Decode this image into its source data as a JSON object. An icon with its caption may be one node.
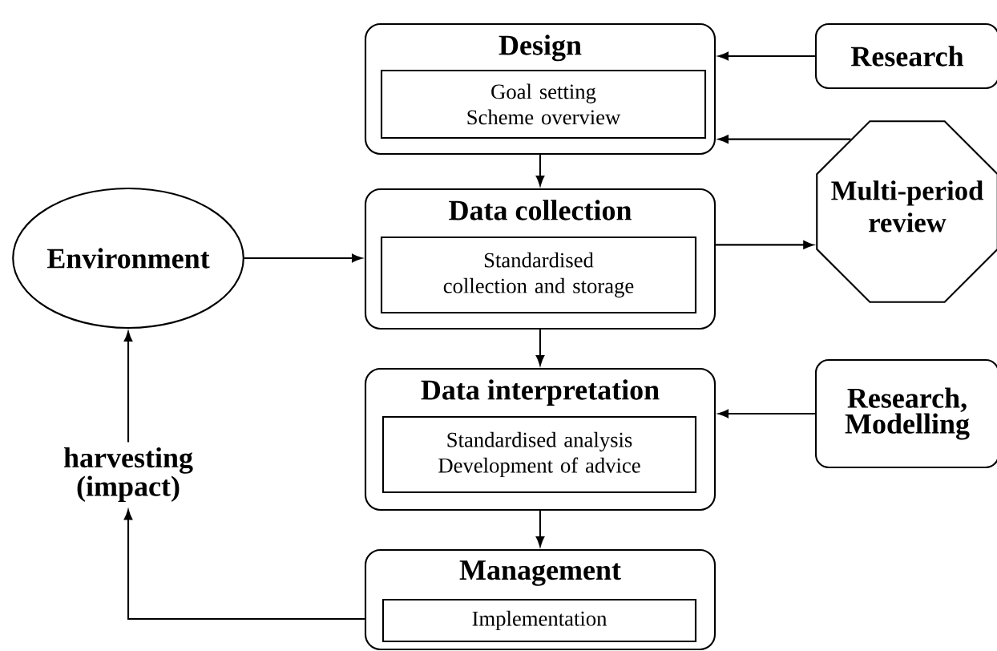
{
  "diagram": {
    "nodes": [
      {
        "text": [
          "Design"
        ]
      },
      {
        "text": [
          "Goal setting Scheme overview"
        ],
        "in": 0
      },
      {
        "text": [
          "Research"
        ]
      },
      {
        "text": [
          "Data collection"
        ]
      },
      {
        "text": [
          "Standardised collection and storage"
        ],
        "in": 3
      },
      {
        "text": [
          "Multi-period review"
        ]
      },
      {
        "text": [
          "Environment"
        ]
      },
      {
        "text": [
          "Data interpretation"
        ]
      },
      {
        "text": [
          "Standardised analysis Development of advice"
        ],
        "in": 7
      },
      {
        "text": [
          "Research, Modelling"
        ]
      },
      {
        "text": [
          "Management"
        ]
      },
      {
        "text": [
          "Implementation"
        ],
        "in": 10
      },
      {
        "text": [
          "harvesting (impact)"
        ]
      }
    ],
    "edges": [
      {
        "from": 2,
        "to": 0,
        "arrow": "to"
      },
      {
        "from": 5,
        "to": 0,
        "arrow": "to"
      },
      {
        "from": 0,
        "to": 3,
        "arrow": "to"
      },
      {
        "from": 6,
        "to": 3,
        "arrow": "to"
      },
      {
        "from": 3,
        "to": 5,
        "arrow": "to"
      },
      {
        "from": 3,
        "to": 7,
        "arrow": "to"
      },
      {
        "from": 9,
        "to": 7,
        "arrow": "to"
      },
      {
        "from": 7,
        "to": 10,
        "arrow": "to"
      },
      {
        "from": 10,
        "to": 12,
        "arrow": "to"
      },
      {
        "from": 12,
        "to": 6,
        "arrow": "to"
      }
    ]
  }
}
